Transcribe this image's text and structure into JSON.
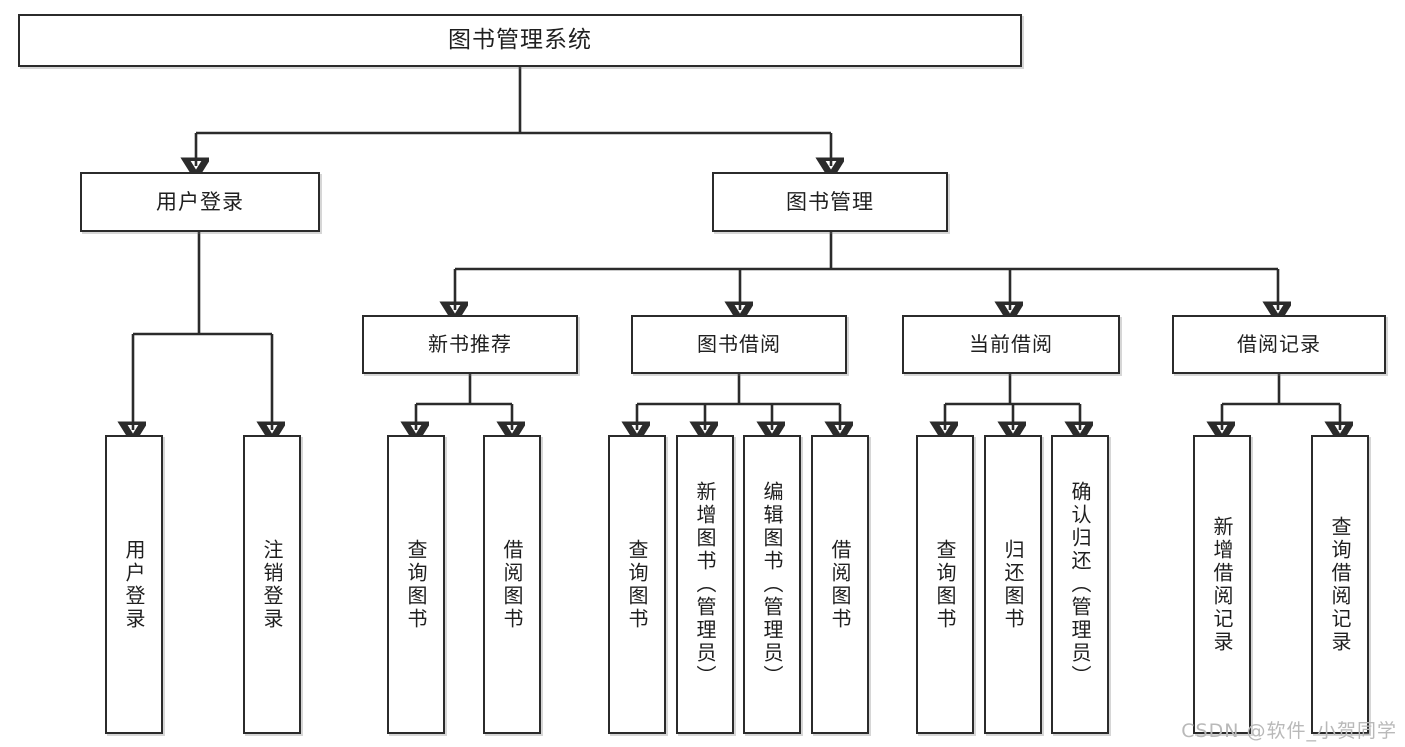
{
  "diagram": {
    "type": "tree",
    "title": "图书管理系统",
    "watermark": "CSDN @软件_小贺同学",
    "root": {
      "label": "图书管理系统"
    },
    "level1": [
      {
        "label": "用户登录"
      },
      {
        "label": "图书管理"
      }
    ],
    "level2": [
      {
        "label": "新书推荐"
      },
      {
        "label": "图书借阅"
      },
      {
        "label": "当前借阅"
      },
      {
        "label": "借阅记录"
      }
    ],
    "leaves": {
      "user_login": [
        {
          "label": "用户登录"
        },
        {
          "label": "注销登录"
        }
      ],
      "new_book_recommend": [
        {
          "label": "查询图书"
        },
        {
          "label": "借阅图书"
        }
      ],
      "book_borrow": [
        {
          "label": "查询图书"
        },
        {
          "label": "新增图书（管理员）"
        },
        {
          "label": "编辑图书（管理员）"
        },
        {
          "label": "借阅图书"
        }
      ],
      "current_borrow": [
        {
          "label": "查询图书"
        },
        {
          "label": "归还图书"
        },
        {
          "label": "确认归还（管理员）"
        }
      ],
      "borrow_records": [
        {
          "label": "新增借阅记录"
        },
        {
          "label": "查询借阅记录"
        }
      ]
    },
    "colors": {
      "stroke": "#2b2b2b",
      "fill": "#ffffff",
      "text": "#1f1f1f",
      "watermark": "#b9b9b9"
    }
  }
}
